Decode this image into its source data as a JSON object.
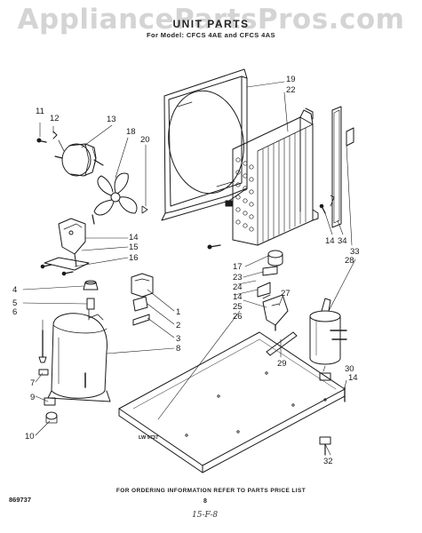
{
  "header": {
    "watermark": "AppliancePartsPros.com",
    "title": "UNIT PARTS",
    "subtitle": "For Model: CFCS 4AE and CFCS 4AS"
  },
  "callouts": [
    "1",
    "2",
    "3",
    "4",
    "5",
    "6",
    "7",
    "8",
    "9",
    "10",
    "11",
    "12",
    "13",
    "14",
    "15",
    "16",
    "17",
    "18",
    "19",
    "20",
    "22",
    "23",
    "24",
    "25",
    "26",
    "27",
    "28",
    "29",
    "30",
    "32",
    "33",
    "34"
  ],
  "callout_labels": {
    "c11": "11",
    "c12": "12",
    "c13": "13",
    "c18": "18",
    "c20": "20",
    "c19": "19",
    "c22": "22",
    "c14a": "14",
    "c15": "15",
    "c16": "16",
    "c4": "4",
    "c5": "5",
    "c6": "6",
    "c1": "1",
    "c2": "2",
    "c3": "3",
    "c8": "8",
    "c7": "7",
    "c9": "9",
    "c10": "10",
    "c17": "17",
    "c23": "23",
    "c24": "24",
    "c14b": "14",
    "c25": "25",
    "c26": "26",
    "c27": "27",
    "c14c": "14",
    "c34": "34",
    "c33": "33",
    "c28": "28",
    "c29": "29",
    "c30": "30",
    "c14d": "14",
    "c32": "32"
  },
  "figure_label": "LW 9737",
  "footer": {
    "ordering_note": "FOR ORDERING INFORMATION REFER TO PARTS PRICE LIST",
    "part_number": "869737",
    "page_number": "8",
    "handwritten_note": "15-F-8"
  }
}
